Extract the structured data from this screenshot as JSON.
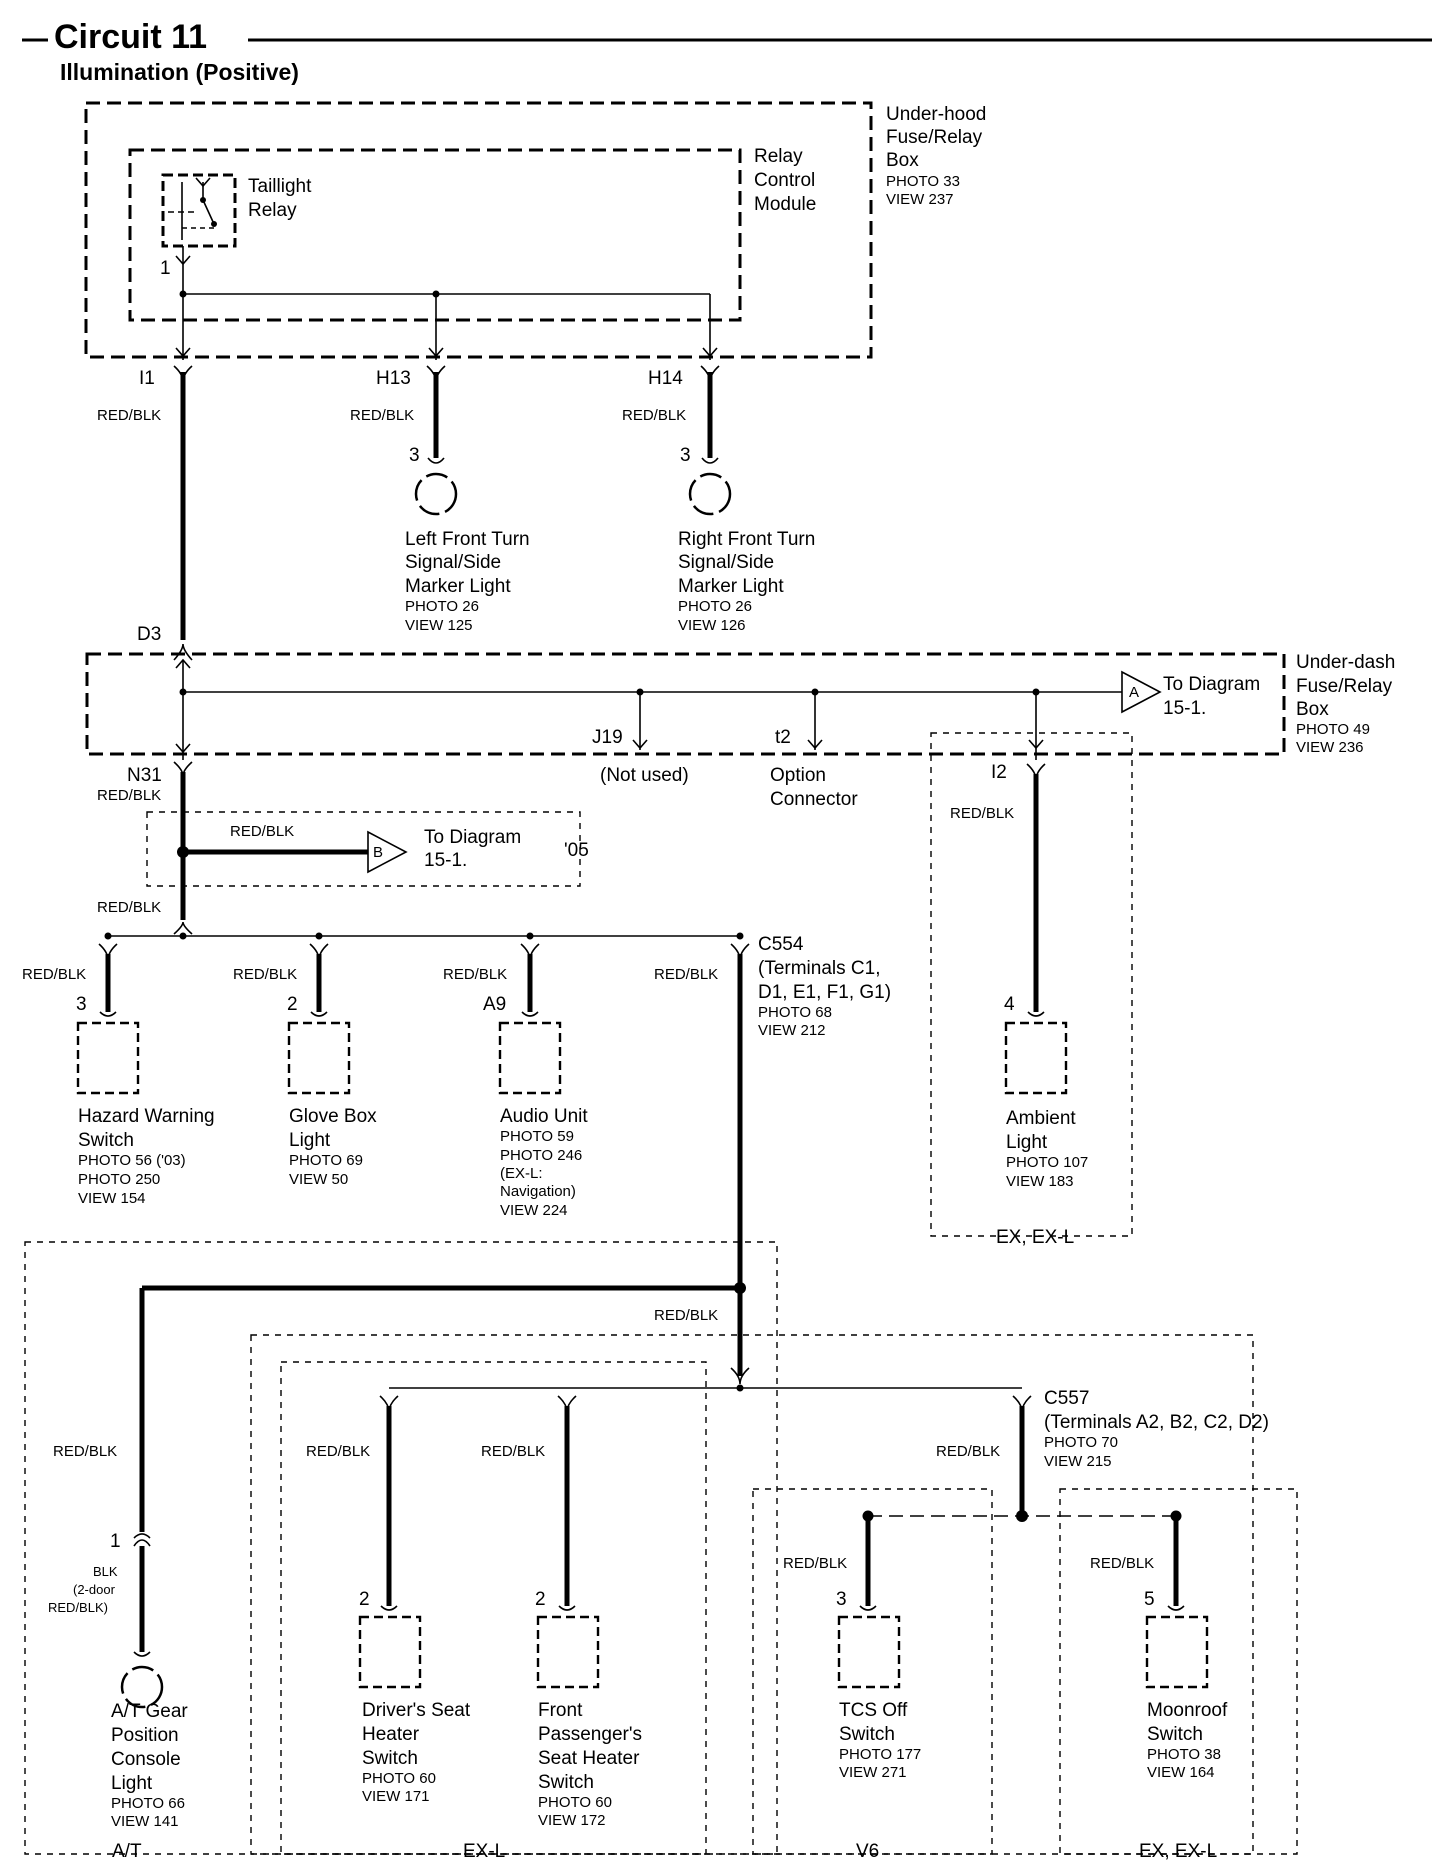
{
  "header": {
    "title": "Circuit 11",
    "subtitle": "Illumination (Positive)"
  },
  "wire_color": "RED/BLK",
  "underhood": {
    "l1": "Under-hood",
    "l2": "Fuse/Relay",
    "l3": "Box",
    "photo": "PHOTO 33",
    "view": "VIEW 237"
  },
  "relay_module": {
    "l1": "Relay",
    "l2": "Control",
    "l3": "Module"
  },
  "taillight_relay": {
    "l1": "Taillight",
    "l2": "Relay",
    "pin": "1"
  },
  "terminals": {
    "i1": "I1",
    "h13": "H13",
    "h14": "H14",
    "d3": "D3",
    "n31": "N31",
    "j19": "J19",
    "t2": "t2",
    "i2": "I2"
  },
  "left_turn": {
    "pin": "3",
    "l1": "Left Front Turn",
    "l2": "Signal/Side",
    "l3": "Marker Light",
    "photo": "PHOTO 26",
    "view": "VIEW 125"
  },
  "right_turn": {
    "pin": "3",
    "l1": "Right Front Turn",
    "l2": "Signal/Side",
    "l3": "Marker Light",
    "photo": "PHOTO 26",
    "view": "VIEW 126"
  },
  "underdash": {
    "l1": "Under-dash",
    "l2": "Fuse/Relay",
    "l3": "Box",
    "photo": "PHOTO 49",
    "view": "VIEW 236"
  },
  "to_diag_a": {
    "letter": "A",
    "l1": "To Diagram",
    "l2": "15-1."
  },
  "to_diag_b": {
    "letter": "B",
    "l1": "To Diagram",
    "l2": "15-1.",
    "variant": "'05"
  },
  "not_used": "(Not used)",
  "option_connector": {
    "l1": "Option",
    "l2": "Connector"
  },
  "c554": {
    "l1": "C554",
    "l2": "(Terminals C1,",
    "l3": "D1, E1, F1, G1)",
    "photo": "PHOTO 68",
    "view": "VIEW 212"
  },
  "hazard": {
    "pin": "3",
    "l1": "Hazard Warning",
    "l2": "Switch",
    "p1": "PHOTO 56 ('03)",
    "p2": "PHOTO 250",
    "view": "VIEW 154"
  },
  "glovebox": {
    "pin": "2",
    "l1": "Glove Box",
    "l2": "Light",
    "photo": "PHOTO 69",
    "view": "VIEW 50"
  },
  "audio": {
    "pin": "A9",
    "l1": "Audio Unit",
    "p1": "PHOTO 59",
    "p2": "PHOTO 246",
    "n1": "(EX-L:",
    "n2": "Navigation)",
    "view": "VIEW 224"
  },
  "ambient": {
    "pin": "4",
    "l1": "Ambient",
    "l2": "Light",
    "photo": "PHOTO 107",
    "view": "VIEW 183",
    "variant": "EX, EX-L"
  },
  "atgear": {
    "pin": "1",
    "w1": "BLK",
    "w2": "(2-door",
    "w3": "RED/BLK)",
    "l1": "A/T Gear",
    "l2": "Position",
    "l3": "Console",
    "l4": "Light",
    "photo": "PHOTO 66",
    "view": "VIEW 141",
    "variant": "A/T"
  },
  "drv_seat": {
    "pin": "2",
    "l1": "Driver's Seat",
    "l2": "Heater",
    "l3": "Switch",
    "photo": "PHOTO 60",
    "view": "VIEW 171"
  },
  "pass_seat": {
    "pin": "2",
    "l1": "Front",
    "l2": "Passenger's",
    "l3": "Seat Heater",
    "l4": "Switch",
    "photo": "PHOTO 60",
    "view": "VIEW 172"
  },
  "exl_variant": "EX-L",
  "c557": {
    "l1": "C557",
    "l2": "(Terminals A2, B2, C2, D2)",
    "photo": "PHOTO 70",
    "view": "VIEW 215"
  },
  "tcs": {
    "pin": "3",
    "l1": "TCS Off",
    "l2": "Switch",
    "photo": "PHOTO 177",
    "view": "VIEW 271",
    "variant": "V6"
  },
  "moonroof": {
    "pin": "5",
    "l1": "Moonroof",
    "l2": "Switch",
    "photo": "PHOTO 38",
    "view": "VIEW 164",
    "variant": "EX, EX-L"
  }
}
